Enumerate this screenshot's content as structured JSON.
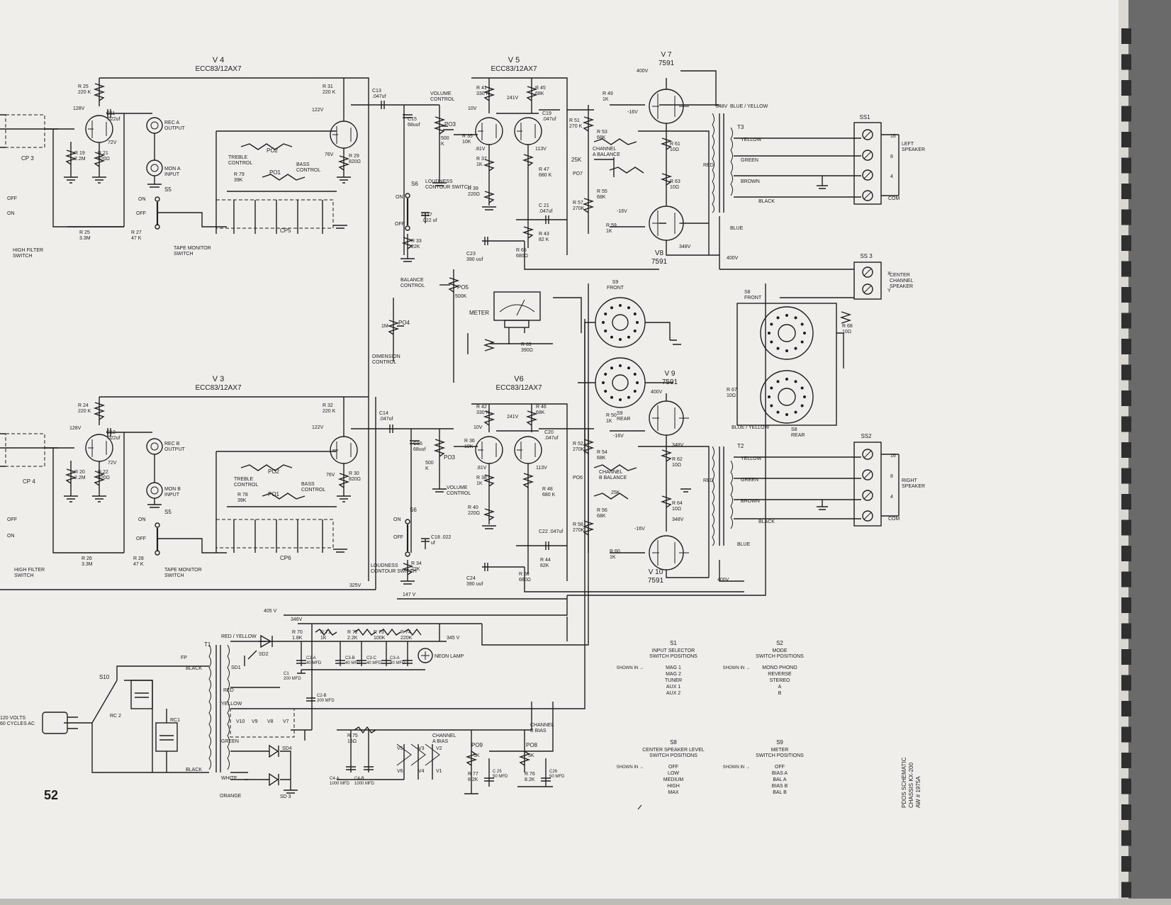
{
  "page": {
    "number": "52",
    "colors": {
      "paper": "#efeeea",
      "ink": "#1d1d1d",
      "binding": "#5c5c5c"
    }
  },
  "title_block": [
    "PDOS SCHEMATIC",
    "CHASSIS KX-200",
    "AW # 1975A"
  ],
  "tubes": {
    "v4": {
      "name": "V 4",
      "type": "ECC83/12AX7"
    },
    "v3": {
      "name": "V 3",
      "type": "ECC83/12AX7"
    },
    "v5": {
      "name": "V 5",
      "type": "ECC83/12AX7"
    },
    "v6": {
      "name": "V6",
      "type": "ECC83/12AX7"
    },
    "v7": {
      "name": "V 7",
      "type": "7591"
    },
    "v8": {
      "name": "V8",
      "type": "7591"
    },
    "v9": {
      "name": "V 9",
      "type": "7591"
    },
    "v10": {
      "name": "V 10",
      "type": "7591"
    }
  },
  "labels": {
    "rec_a": "REC A OUTPUT",
    "mon_a": "MON A INPUT",
    "rec_b": "REC B OUTPUT",
    "mon_b": "MON B INPUT",
    "s5": "S5",
    "s6": "S6",
    "on": "ON",
    "off": "OFF",
    "high_filter": "HIGH FILTER SWITCH",
    "tape_monitor": "TAPE MONITOR SWITCH",
    "treble": "TREBLE CONTROL",
    "bass": "BASS CONTROL",
    "po1": "PO1",
    "po2": "PO2",
    "po3": "PO3",
    "po4": "PO4",
    "po5": "PO5",
    "po6": "PO6",
    "po7": "PO7",
    "po8": "PO8",
    "po9": "PO9",
    "volume": "VOLUME CONTROL",
    "loudness": "LOUDNESS CONTOUR SWITCH",
    "balance": "BALANCE CONTROL",
    "dimension": "DIMENSION CONTROL",
    "meter": "METER",
    "channel_a_balance": "CHANNEL A BALANCE",
    "channel_b_balance": "CHANNEL B BALANCE",
    "channel_a_bias": "CHANNEL A BIAS",
    "channel_b_bias": "CHANNEL B BIAS",
    "s9_front": "S9 FRONT",
    "s9_rear": "S9 REAR",
    "s8_front": "S8 FRONT",
    "s8_rear": "S8 REAR",
    "cp3": "CP 3",
    "cp4": "CP 4",
    "cp5": "CP5",
    "cp6": "CP6",
    "t1": "T1",
    "t2": "T2",
    "t3": "T3",
    "ss1": "SS1",
    "ss2": "SS2",
    "ss3": "SS 3",
    "left_speaker": "LEFT SPEAKER",
    "right_speaker": "RIGHT SPEAKER",
    "center_speaker": "CENTER CHANNEL SPEAKER",
    "neon": "NEON LAMP",
    "mains": "120 VOLTS 60 CYCLES AC",
    "s10": "S10",
    "fp": "FP",
    "rc1": "RC1",
    "rc2": "RC 2",
    "sd1": "SD1",
    "sd2": "SD2",
    "sd3": "SD 3",
    "sd4": "SD4",
    "blue_yellow": "BLUE / YELLOW",
    "blue": "BLUE",
    "red": "RED",
    "yellow": "YELLOW",
    "green": "GREEN",
    "brown": "BROWN",
    "black": "BLACK",
    "white": "WHITE",
    "orange": "ORANGE",
    "red_yellow": "RED / YELLOW",
    "x": "X",
    "y": "Y",
    "com": "COM",
    "tap16": "16",
    "tap8": "8",
    "tap4": "4"
  },
  "values": {
    "r25a": "R 25 220 K",
    "r19": "R 19 2.2M",
    "r21": "R 21 820Ω",
    "c11": "C11 .022uf",
    "r25b": "R 25 3.3M",
    "r27": "R 27 47 K",
    "r31": "R 31 220 K",
    "r29": "R 29 820Ω",
    "r79": "R 79 39K",
    "c13": "C13 .047uf",
    "c15": "C15 68uuf",
    "r35": "R 35 10K",
    "po3a": "500 K",
    "c17": "C 17 .022 uf",
    "r33": "R 33 22K",
    "r41": "R 41 330 K",
    "r45": "R 45 68K",
    "c19": "C19 .047uf",
    "r37": "R 37 1K",
    "r39": "R 39 220Ω",
    "r47": "R 47 680 K",
    "c21": "C 21 .047uf",
    "r43": "R 43 82 K",
    "c23": "C23 390 uuf",
    "r65": "R 65 680Ω",
    "r49": "R 49 1K",
    "r51": "R 51 270 K",
    "r53": "R 53 68K",
    "r55": "R 55 68K",
    "r57": "R 57 270K",
    "r59": "R 59 1K",
    "r61": "R 61 10Ω",
    "r63": "R 63 10Ω",
    "po7": "25K",
    "po5": "500K",
    "r69": "R 69 390Ω",
    "po4": "1M",
    "r24": "R 24 220 K",
    "c12": "C12 .022uf",
    "r20": "R 20 2.2M",
    "r22": "R 22 820Ω",
    "r26": "R 26 3.3M",
    "r28": "R 28 47 K",
    "r32": "R 32 220 K",
    "r30": "R 30 820Ω",
    "r78": "R 78 39K",
    "c14": "C14 .047uf",
    "c16": "C16 68uuf",
    "r36": "R 36 10K",
    "po3b": "500 K",
    "c18": "C18 .022 uf",
    "r34": "R 34 22K",
    "r42": "R 42 330 K",
    "r46": "R 46 68K",
    "c20": "C20 .047uf",
    "r38": "R 38 1K",
    "r40": "R 40 220Ω",
    "r48": "R 48 680 K",
    "c22": "C22 .047uf",
    "r44": "R 44 82K",
    "c24": "C24 390 uuf",
    "r66": "R 66 680Ω",
    "r50": "R 50 1K",
    "r52": "R 52 270K",
    "r54": "R 54 68K",
    "r56": "R 56 68K",
    "r58": "R 58 270K",
    "r60": "R 60 1K",
    "r62": "R 62 10Ω",
    "r64": "R 64 10Ω",
    "po6": "25K",
    "r67": "R 67 10Ω",
    "r68": "R 68 10Ω",
    "r70": "R 70 1.8K",
    "r71": "R 71 1K",
    "r72": "R 72 2.2K",
    "r73": "R 73 100K",
    "r74": "R 74 220K",
    "c1": "C1 200 MFD",
    "c2a": "C2-A 40 MFD",
    "c3b": "C3-B 40 MFD",
    "c3c": "C3-C 40 MFD",
    "c3a": "C3-A 40 MFD",
    "c2b": "C2-B 200 MFD",
    "r75": "R 75 15Ω",
    "c4a": "C4-A 1000 MFD",
    "c4b": "C4-B 1000 MFD",
    "r77": "R 77 8.2K",
    "r76": "R 76 8.2K",
    "c25": "C 25 50 MFD",
    "c26": "C26 50 MFD",
    "po9": "5K",
    "po8": "5K",
    "v128": "128V",
    "v72": "72V",
    "v122": "122V",
    "v76": "76V",
    "v10": "10V",
    "v241": "241V",
    "v113": "113V",
    "v81": ".81V",
    "v400": "400V",
    "v348": "348V",
    "vm16": "-16V",
    "v325": "325V",
    "v147": "147 V",
    "v405": "405 V",
    "v346": "346V",
    "v345": "345 V"
  },
  "heaters": [
    "V10",
    "V9",
    "V8",
    "V7",
    "V5",
    "V6",
    "V3",
    "V4",
    "V2",
    "V1"
  ],
  "switch_positions": {
    "s1": {
      "title": "S1",
      "subtitle": "INPUT SELECTOR SWITCH POSITIONS",
      "shown": "SHOWN IN →",
      "items": [
        "MAG 1",
        "MAG 2",
        "TUNER",
        "AUX 1",
        "AUX 2"
      ]
    },
    "s2": {
      "title": "S2",
      "subtitle": "MODE SWITCH POSITIONS",
      "shown": "SHOWN IN →",
      "items": [
        "MONO PHONO",
        "REVERSE",
        "STEREO",
        "A",
        "B"
      ]
    },
    "s8": {
      "title": "S8",
      "subtitle": "CENTER SPEAKER LEVEL SWITCH POSITIONS",
      "shown": "SHOWN IN →",
      "items": [
        "OFF",
        "LOW",
        "MEDIUM",
        "HIGH",
        "MAX"
      ]
    },
    "s9": {
      "title": "S9",
      "subtitle": "METER SWITCH POSITIONS",
      "shown": "SHOWN IN →",
      "items": [
        "OFF",
        "BIAS A",
        "BAL A",
        "BIAS B",
        "BAL B"
      ]
    }
  }
}
